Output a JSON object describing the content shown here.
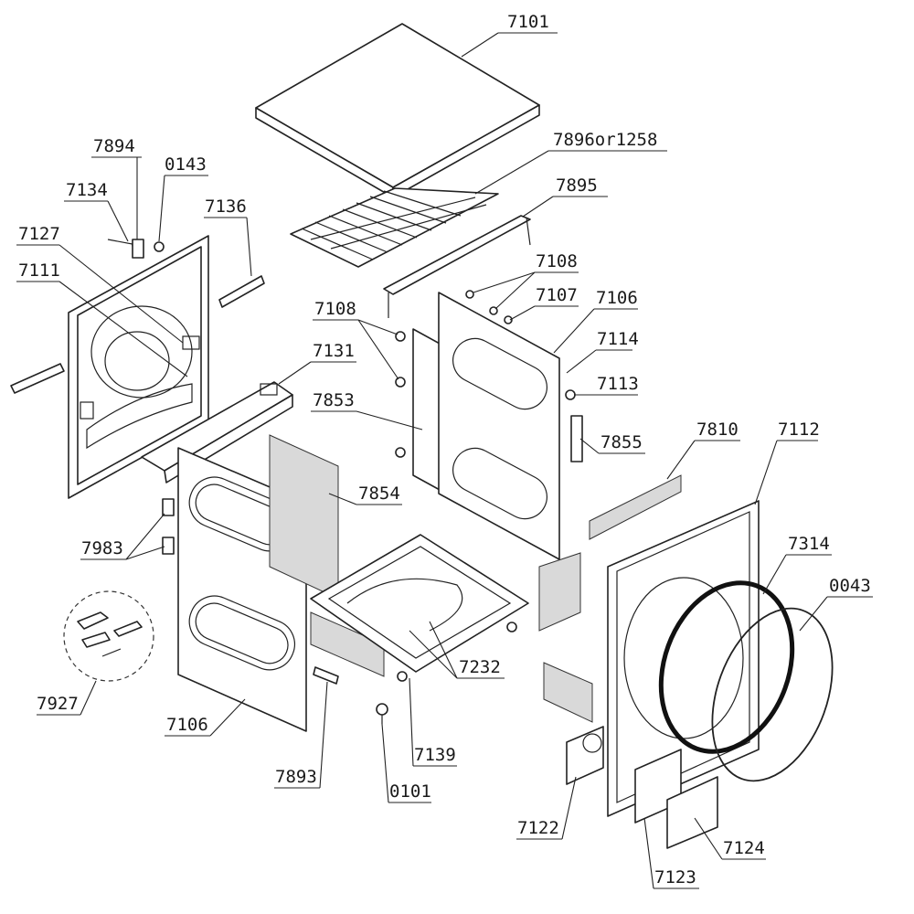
{
  "labels": {
    "l7101": "7101",
    "l7896": "7896or1258",
    "l7895": "7895",
    "l7894": "7894",
    "l0143": "0143",
    "l7134": "7134",
    "l7136": "7136",
    "l7127": "7127",
    "l7111": "7111",
    "l7108a": "7108",
    "l7108b": "7108",
    "l7107": "7107",
    "l7106a": "7106",
    "l7114": "7114",
    "l7131": "7131",
    "l7113": "7113",
    "l7853": "7853",
    "l7855": "7855",
    "l7810": "7810",
    "l7112": "7112",
    "l7854": "7854",
    "l7314": "7314",
    "l7983": "7983",
    "l0043": "0043",
    "l7232": "7232",
    "l7927": "7927",
    "l7106b": "7106",
    "l7139": "7139",
    "l7893": "7893",
    "l0101": "0101",
    "l7122": "7122",
    "l7124": "7124",
    "l7123": "7123"
  }
}
